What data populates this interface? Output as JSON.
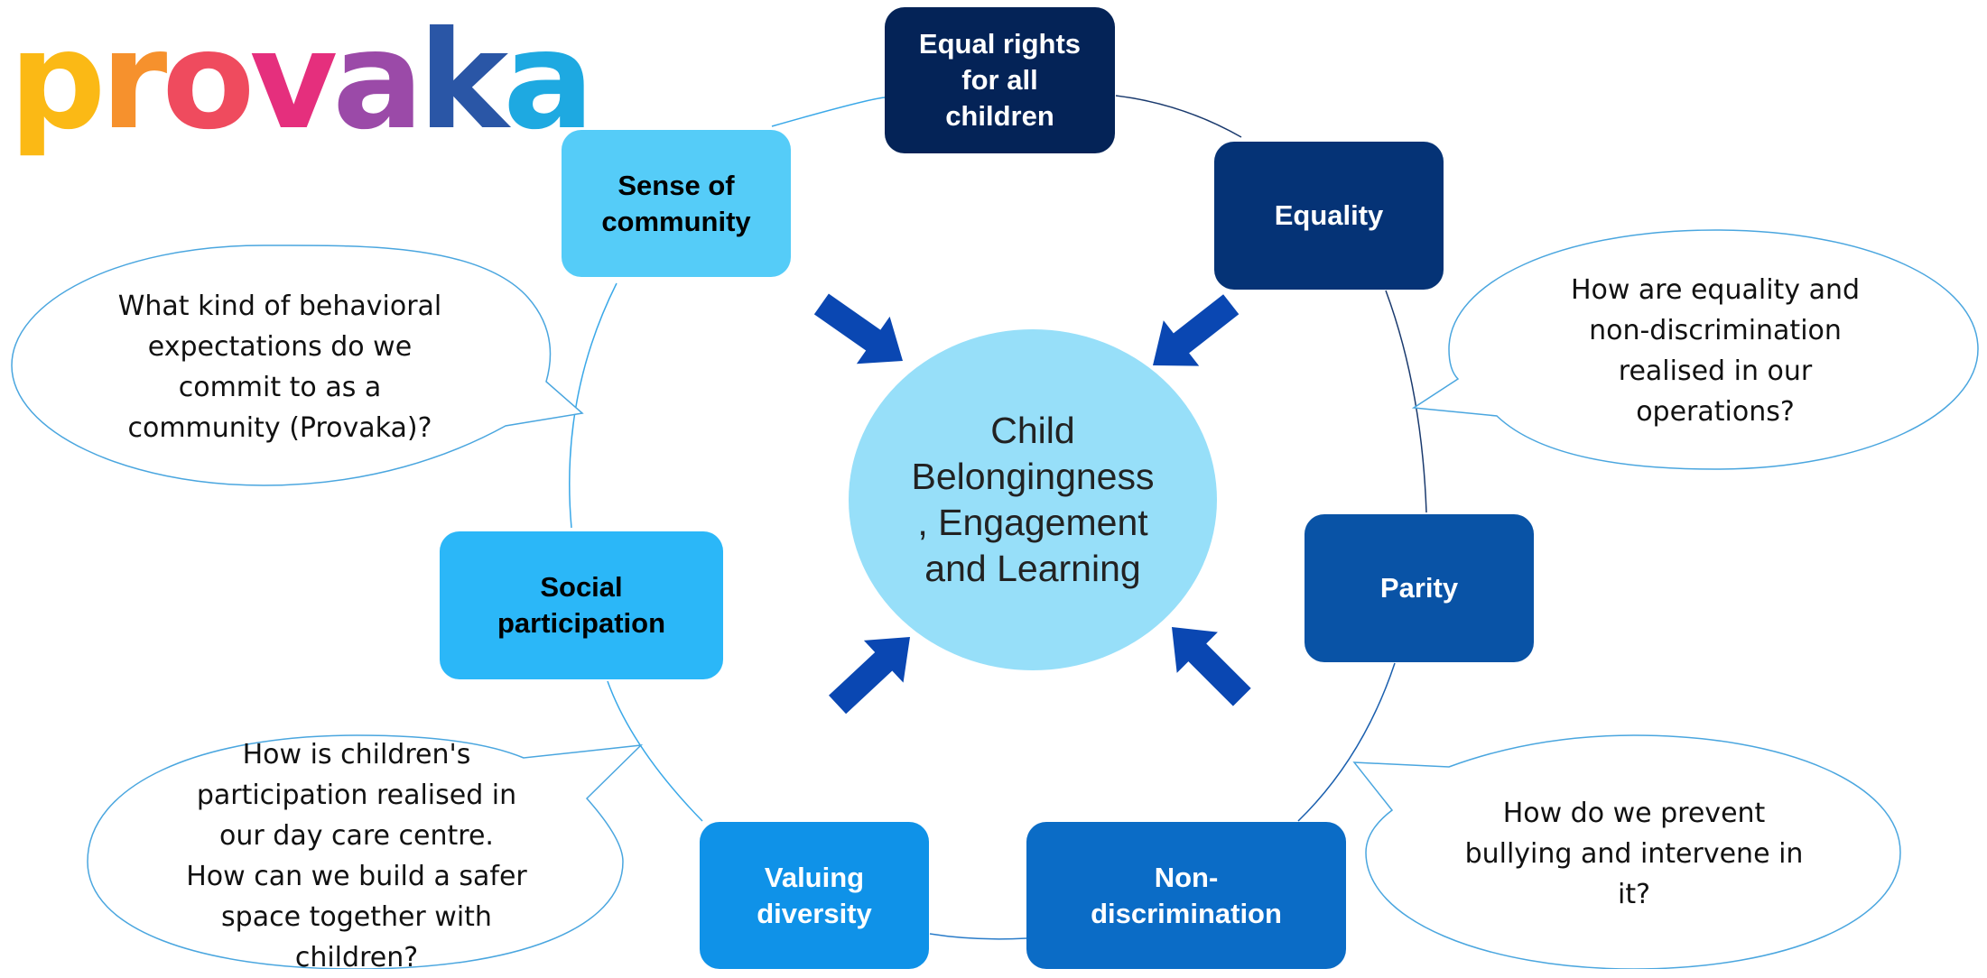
{
  "logo": {
    "text": "provaka",
    "letters": [
      {
        "ch": "p",
        "color": "#fbb915"
      },
      {
        "ch": "r",
        "color": "#f6912d"
      },
      {
        "ch": "o",
        "color": "#ef4b5e"
      },
      {
        "ch": "v",
        "color": "#e52f7d"
      },
      {
        "ch": "a",
        "color": "#9b4aa8"
      },
      {
        "ch": "k",
        "color": "#2a56a6"
      },
      {
        "ch": "a",
        "color": "#1ea9e1"
      }
    ]
  },
  "center": {
    "lines": [
      "Child",
      "Belongingness",
      ", Engagement",
      "and Learning"
    ]
  },
  "boxes": [
    {
      "id": "equal-rights",
      "lines": [
        "Equal rights",
        "for all",
        "children"
      ],
      "bg": "#042357",
      "fg": "#ffffff"
    },
    {
      "id": "equality",
      "lines": [
        "Equality"
      ],
      "bg": "#053376",
      "fg": "#ffffff"
    },
    {
      "id": "parity",
      "lines": [
        "Parity"
      ],
      "bg": "#0953a6",
      "fg": "#ffffff"
    },
    {
      "id": "non-discrimination",
      "lines": [
        "Non-",
        "discrimination"
      ],
      "bg": "#0b6cc6",
      "fg": "#ffffff"
    },
    {
      "id": "valuing-diversity",
      "lines": [
        "Valuing",
        "diversity"
      ],
      "bg": "#0f92e8",
      "fg": "#ffffff"
    },
    {
      "id": "social-participation",
      "lines": [
        "Social",
        "participation"
      ],
      "bg": "#2bb7f8",
      "fg": "#000000"
    },
    {
      "id": "sense-of-community",
      "lines": [
        "Sense of",
        "community"
      ],
      "bg": "#55ccf8",
      "fg": "#000000"
    }
  ],
  "questions": [
    {
      "id": "behavior",
      "lines": [
        "What kind of behavioral",
        "expectations do we",
        "commit to as a",
        "community (Provaka)?"
      ]
    },
    {
      "id": "equality-q",
      "lines": [
        "How are equality and",
        "non-discrimination",
        "realised in our",
        "operations?"
      ]
    },
    {
      "id": "participation",
      "lines": [
        "How is children's",
        "participation realised in",
        "our day care centre.",
        "How can we build a safer",
        "space together with",
        "children?"
      ]
    },
    {
      "id": "bullying",
      "lines": [
        "How do we prevent",
        "bullying and intervene in",
        "it?"
      ]
    }
  ],
  "colors": {
    "arrow": "#0a47b2",
    "ring_light": "#3aa8e8",
    "ring_dark": "#1a3a6e",
    "bubble_stroke": "#4aa6df"
  }
}
